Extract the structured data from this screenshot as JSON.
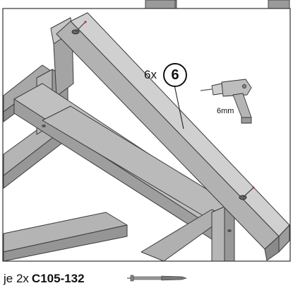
{
  "step": {
    "quantity": "6x",
    "part_number": "6",
    "drill_size": "6mm"
  },
  "fastener": {
    "prefix": "je 2x",
    "code": "C105-132"
  },
  "colors": {
    "beam_top": "#c4c4c4",
    "beam_front": "#9c9c9c",
    "beam_side": "#b0b0b0",
    "outline": "#3a3a3a",
    "screw_tip": "#cc3333"
  },
  "icons": [
    "drill-icon",
    "screw-icon",
    "screw-head-icon"
  ]
}
